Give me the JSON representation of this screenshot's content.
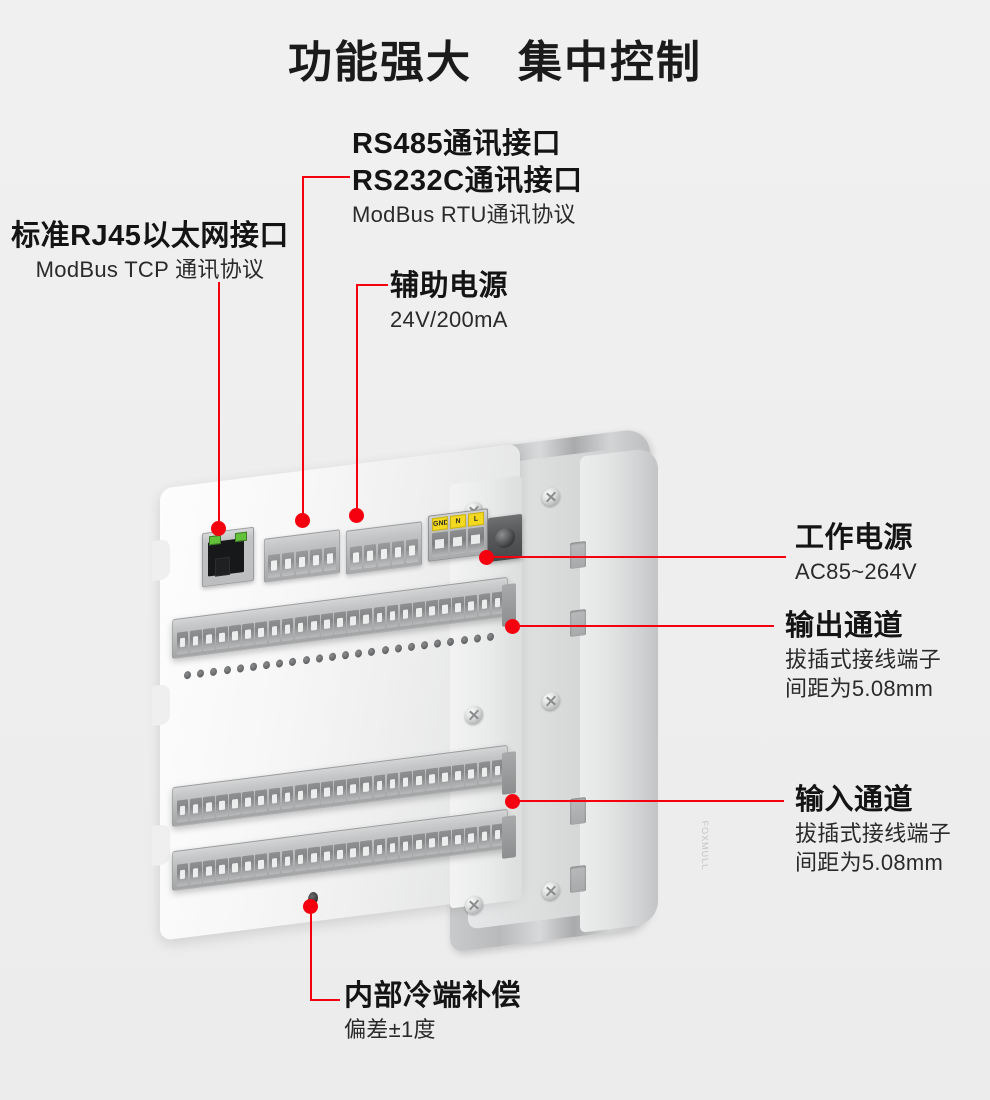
{
  "page": {
    "title": "功能强大　集中控制",
    "accent_color": "#f5000f",
    "background_color": "#efefef"
  },
  "callouts": [
    {
      "id": "ethernet",
      "main": "标准RJ45以太网接口",
      "sub": [
        "ModBus TCP 通讯协议"
      ]
    },
    {
      "id": "serial",
      "main": [
        "RS485通讯接口",
        "RS232C通讯接口"
      ],
      "sub": [
        "ModBus RTU通讯协议"
      ]
    },
    {
      "id": "aux-power",
      "main": "辅助电源",
      "sub": [
        "24V/200mA"
      ]
    },
    {
      "id": "work-power",
      "main": "工作电源",
      "sub": [
        "AC85~264V"
      ]
    },
    {
      "id": "output-channel",
      "main": "输出通道",
      "sub": [
        "拔插式接线端子",
        "间距为5.08mm"
      ]
    },
    {
      "id": "input-channel",
      "main": "输入通道",
      "sub": [
        "拔插式接线端子",
        "间距为5.08mm"
      ]
    },
    {
      "id": "cold-junction",
      "main": "内部冷端补偿",
      "sub": [
        "偏差±1度"
      ]
    }
  ],
  "device": {
    "power_terminal_labels": [
      "GND",
      "N",
      "L"
    ],
    "brand_mark": "FOXMULL"
  }
}
